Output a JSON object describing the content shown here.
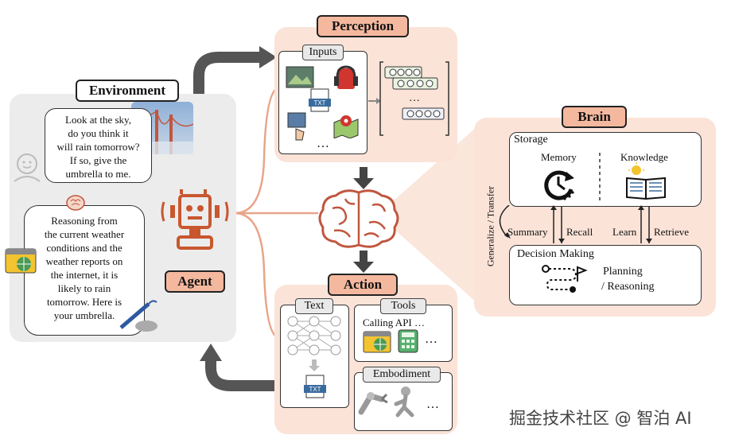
{
  "environment": {
    "title": "Environment",
    "human_bubble": [
      "Look at the sky,",
      "do you think it",
      "will rain tomorrow?",
      "If so, give the",
      "umbrella to me."
    ],
    "agent_bubble": [
      "Reasoning from",
      "the current weather",
      "conditions and the",
      "weather reports on",
      "the internet, it is",
      "likely to rain",
      "tomorrow. Here is",
      "your umbrella."
    ]
  },
  "agent": {
    "label": "Agent"
  },
  "perception": {
    "title": "Perception",
    "inputs_label": "Inputs",
    "ellipsis": "…",
    "vector_ellipsis": "…",
    "txt_label": "TXT"
  },
  "brain": {
    "title": "Brain",
    "storage_label": "Storage",
    "memory_label": "Memory",
    "knowledge_label": "Knowledge",
    "generalize_label": "Generalize / Transfer",
    "summary_label": "Summary",
    "recall_label": "Recall",
    "learn_label": "Learn",
    "retrieve_label": "Retrieve",
    "decision_label": "Decision Making",
    "planning_label": "Planning",
    "reasoning_label": "/ Reasoning"
  },
  "action": {
    "title": "Action",
    "text_label": "Text",
    "tools_label": "Tools",
    "calling_api": "Calling API …",
    "tools_ellipsis": "…",
    "embodiment_label": "Embodiment",
    "embodiment_ellipsis": "…",
    "txt_label": "TXT"
  },
  "watermark": "掘金技术社区 @ 智泊 AI"
}
